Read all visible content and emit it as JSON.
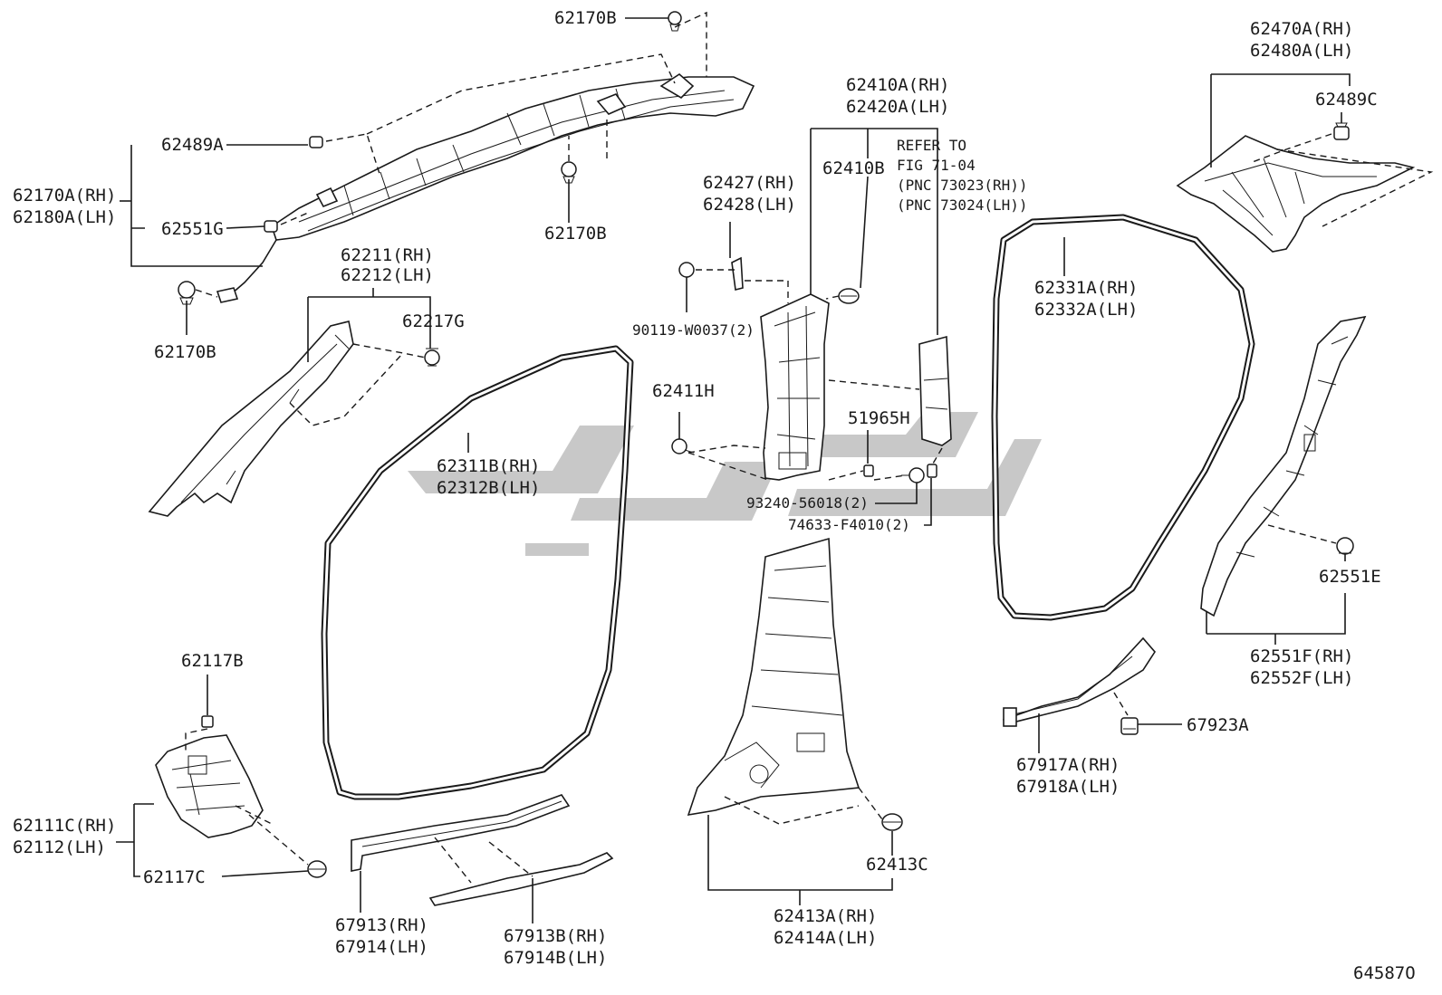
{
  "labels": {
    "l62170B_top": "62170B",
    "l62489A": "62489A",
    "l62170A": "62170A(RH)",
    "l62180A": "62180A(LH)",
    "l62551G": "62551G",
    "l62170B_mid": "62170B",
    "l62170B_left": "62170B",
    "l62211": "62211(RH)",
    "l62212": "62212(LH)",
    "l62217G": "62217G",
    "l62427": "62427(RH)",
    "l62428": "62428(LH)",
    "l90119": "90119-W0037(2)",
    "l62410A": "62410A(RH)",
    "l62420A": "62420A(LH)",
    "l62410B": "62410B",
    "refer1": "REFER TO",
    "refer2": "FIG 71-04",
    "refer3": "(PNC 73023(RH))",
    "refer4": "(PNC 73024(LH))",
    "l62411H": "62411H",
    "l51965H": "51965H",
    "l93240": "93240-56018(2)",
    "l74633": "74633-F4010(2)",
    "l62311B": "62311B(RH)",
    "l62312B": "62312B(LH)",
    "l62470A": "62470A(RH)",
    "l62480A": "62480A(LH)",
    "l62489C": "62489C",
    "l62331A": "62331A(RH)",
    "l62332A": "62332A(LH)",
    "l62551E": "62551E",
    "l62551F": "62551F(RH)",
    "l62552F": "62552F(LH)",
    "l67923A": "67923A",
    "l67917A": "67917A(RH)",
    "l67918A": "67918A(LH)",
    "l62117B": "62117B",
    "l62111C": "62111C(RH)",
    "l62112": "62112(LH)",
    "l62117C": "62117C",
    "l67913": "67913(RH)",
    "l67914": "67914(LH)",
    "l67913B": "67913B(RH)",
    "l67914B": "67914B(LH)",
    "l62413C": "62413C",
    "l62413A": "62413A(RH)",
    "l62414A": "62414A(LH)",
    "figure_code": "64587O"
  },
  "colors": {
    "ink": "#1a1a1a",
    "watermark": "#9a9a9a",
    "background": "#ffffff"
  }
}
